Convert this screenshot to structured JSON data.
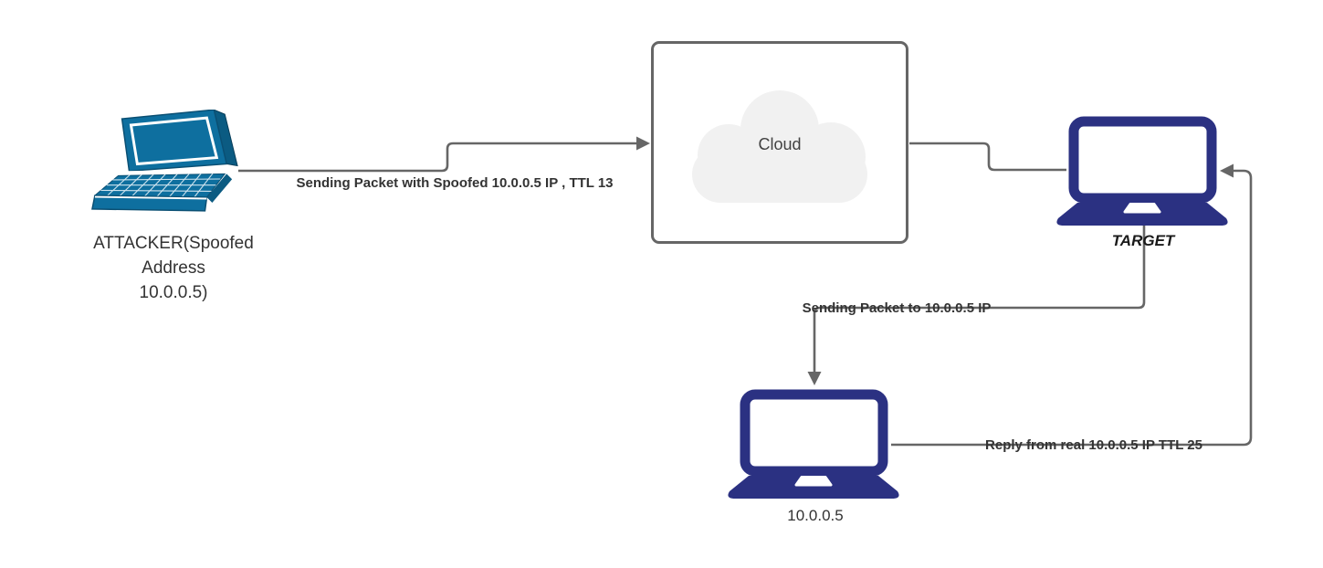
{
  "diagram": {
    "title_hint": "IP spoofing packet flow diagram",
    "nodes": {
      "attacker": {
        "label_lines": [
          "ATTACKER(Spoofed",
          "Address",
          "10.0.0.5)"
        ],
        "icon": "laptop-3d-icon"
      },
      "cloud": {
        "label": "Cloud",
        "icon": "cloud-icon"
      },
      "target": {
        "label": "TARGET",
        "icon": "laptop-icon"
      },
      "real_host": {
        "label": "10.0.0.5",
        "icon": "laptop-icon"
      }
    },
    "edge_labels": {
      "attacker_to_cloud": "Sending Packet with Spoofed 10.0.0.5 IP , TTL 13",
      "target_to_host": "Sending Packet to 10.0.0.5 IP",
      "host_to_target": "Reply from real 10.0.0.5 IP TTL 25"
    },
    "colors": {
      "attacker_laptop_fill": "#0e6f9f",
      "attacker_laptop_edge": "#0a4f73",
      "navy_laptop_fill": "#2b3182",
      "connector_stroke": "#666666",
      "box_border": "#666666",
      "cloud_fill": "#f1f1f1",
      "label_text": "#333333"
    }
  }
}
